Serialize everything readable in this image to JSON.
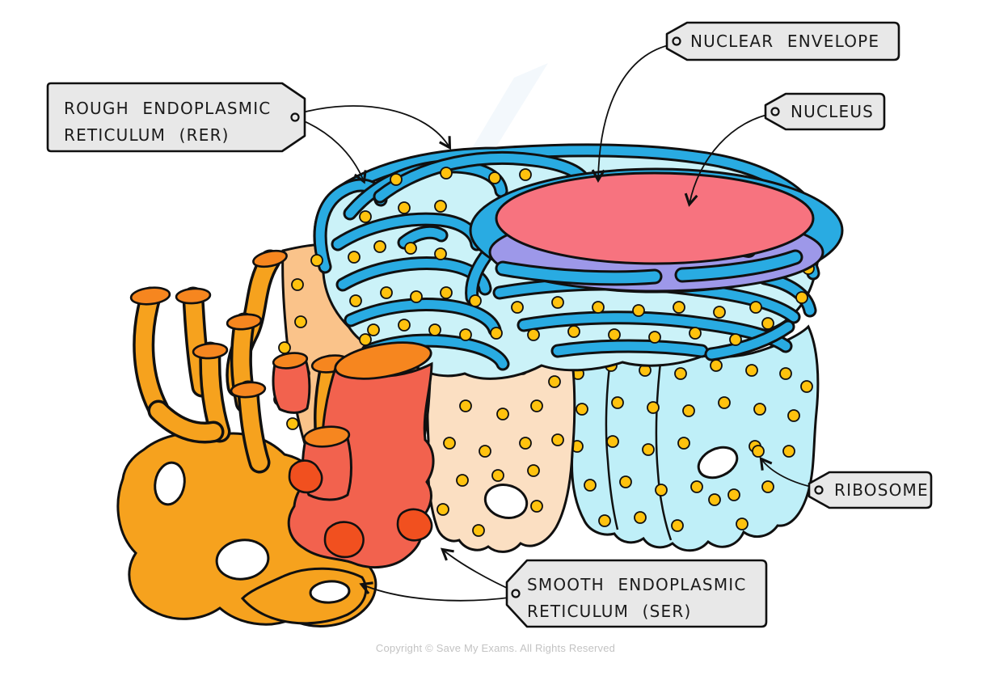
{
  "labels": {
    "rer": {
      "line1": "ROUGH ENDOPLASMIC",
      "line2": "RETICULUM (RER)"
    },
    "nuclear_envelope": {
      "text": "NUCLEAR ENVELOPE"
    },
    "nucleus": {
      "text": "NUCLEUS"
    },
    "ribosome": {
      "text": "RIBOSOME"
    },
    "ser": {
      "line1": "SMOOTH ENDOPLASMIC",
      "line2": "RETICULUM (SER)"
    }
  },
  "footer": {
    "copyright": "Copyright © Save My Exams. All Rights Reserved"
  },
  "colors": {
    "membrane_blue": "#29ABE2",
    "er_lumen_cyan": "#CBF2F8",
    "curtain_cyan": "#BFEFF8",
    "nucleus_pink": "#F7737F",
    "nucleoplasm_purple": "#9D98E9",
    "ribosome_yellow": "#FFC20E",
    "ser_gold": "#F6A21E",
    "tube_rim_orange": "#F6861F",
    "ser_red": "#F2624E",
    "ser_deep_orange": "#F1501F",
    "sheet_peach": "#FBDFC2",
    "sheet_tan": "#FAC38A",
    "label_bg": "#E8E8E8",
    "outline": "#101010",
    "copyright_gray": "#C3C3C3"
  }
}
